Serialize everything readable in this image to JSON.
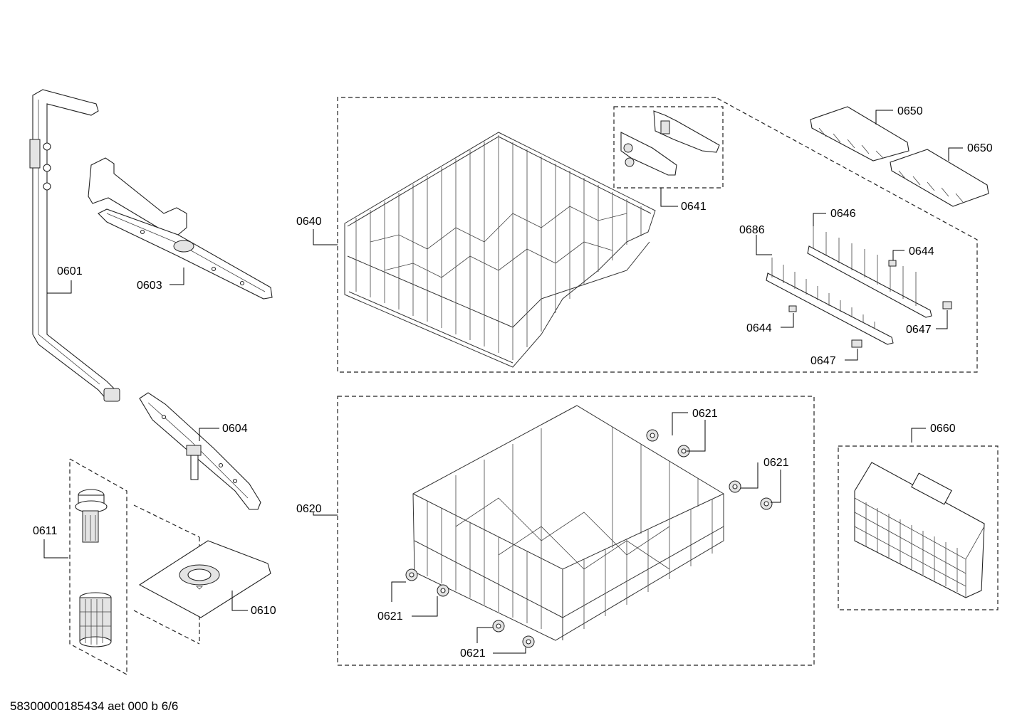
{
  "footer": {
    "doc_id": "58300000185434 aet 000 b 6/6"
  },
  "labels": {
    "p0601": "0601",
    "p0603": "0603",
    "p0604": "0604",
    "p0610": "0610",
    "p0611": "0611",
    "p0620": "0620",
    "p0621_a": "0621",
    "p0621_b": "0621",
    "p0621_c": "0621",
    "p0621_d": "0621",
    "p0640": "0640",
    "p0641": "0641",
    "p0644_a": "0644",
    "p0644_b": "0644",
    "p0646": "0646",
    "p0647_a": "0647",
    "p0647_b": "0647",
    "p0650_a": "0650",
    "p0650_b": "0650",
    "p0660": "0660",
    "p0686": "0686"
  }
}
